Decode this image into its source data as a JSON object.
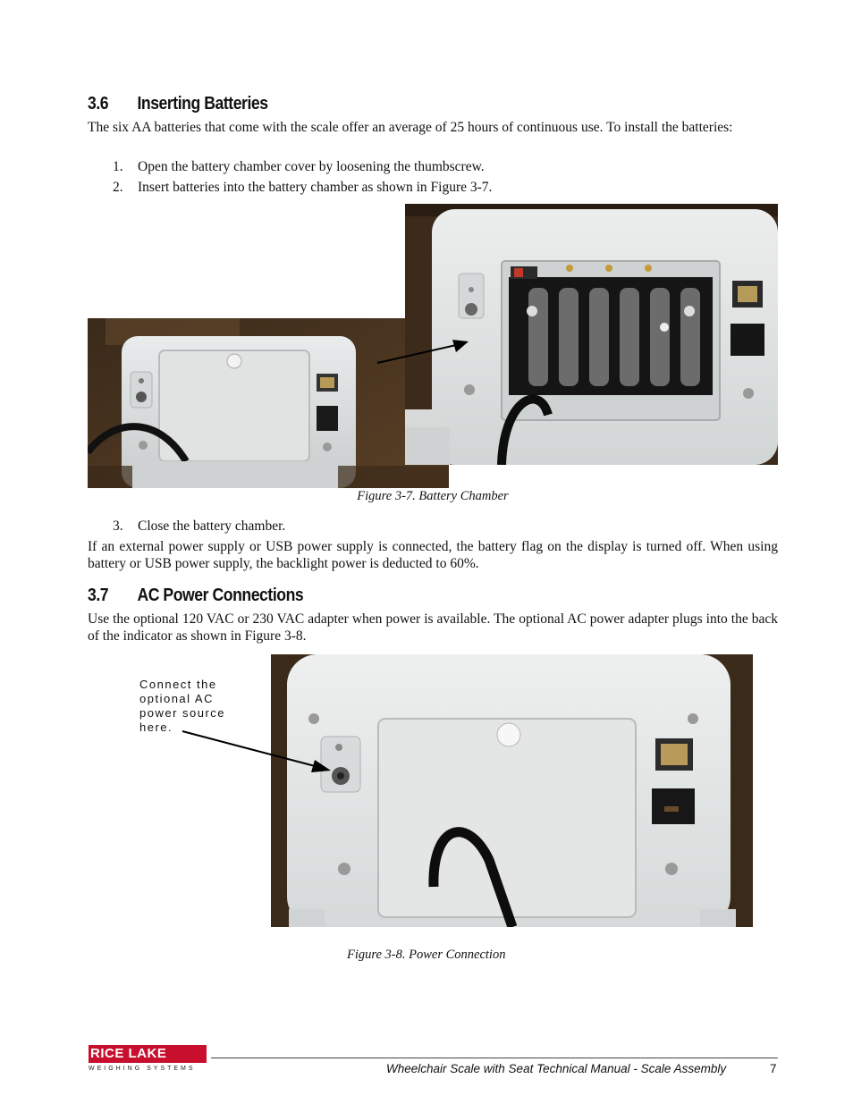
{
  "section_36": {
    "number": "3.6",
    "title": "Inserting Batteries",
    "intro": "The six AA batteries that come with the scale offer an average of 25 hours of continuous use. To install the batteries:",
    "steps": [
      {
        "num": "1.",
        "text": "Open the battery chamber cover by loosening the thumbscrew."
      },
      {
        "num": "2.",
        "text": "Insert batteries into the battery chamber as shown in Figure 3-7."
      },
      {
        "num": "3.",
        "text": "Close the battery chamber."
      }
    ],
    "figure_caption": "Figure 3-7. Battery Chamber",
    "note": "If an external power supply or USB power supply is connected, the battery flag on the display is turned off. When using battery or USB power supply, the backlight power is deducted to 60%."
  },
  "section_37": {
    "number": "3.7",
    "title": "AC Power Connections",
    "intro": "Use the optional 120 VAC or 230 VAC adapter when power is available. The optional AC power adapter plugs into the back of the indicator as shown in Figure 3-8.",
    "callout": [
      "Connect the",
      "optional AC",
      "power source",
      "here."
    ],
    "figure_caption": "Figure 3-8. Power Connection"
  },
  "footer": {
    "logo_main": "RICE LAKE",
    "logo_sub": "WEIGHING SYSTEMS",
    "title": "Wheelchair Scale with Seat Technical Manual - Scale Assembly",
    "page": "7"
  }
}
